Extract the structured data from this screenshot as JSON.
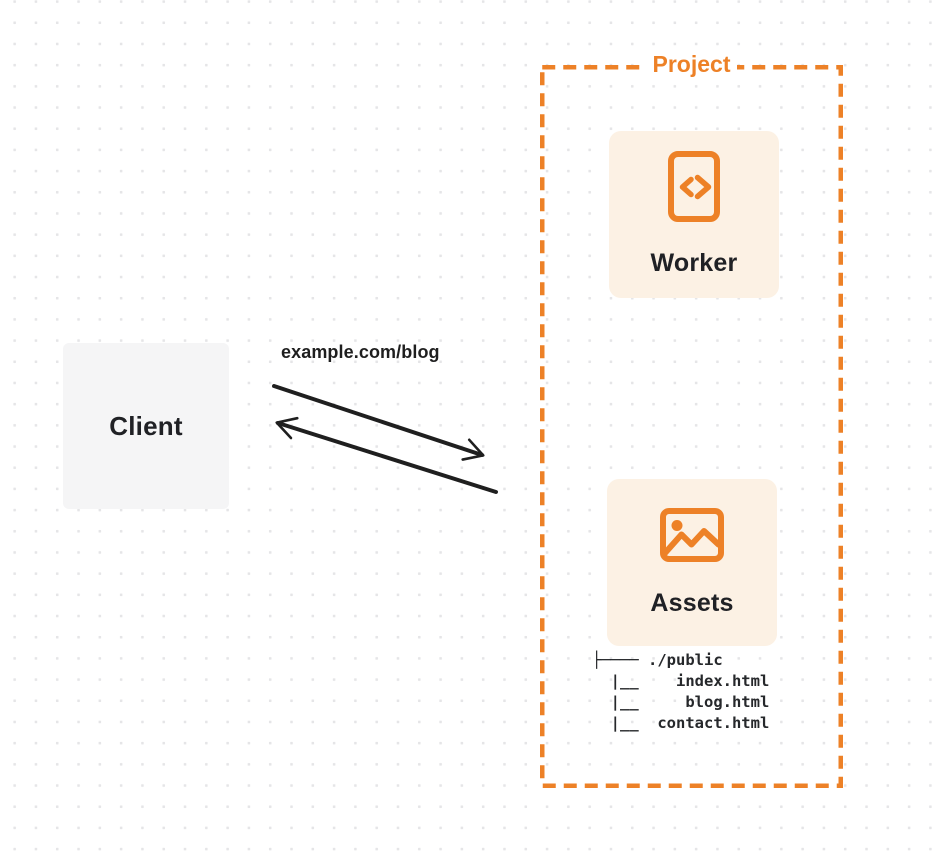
{
  "colors": {
    "accent_orange": "#ED8127",
    "card_background": "#FCF1E4",
    "client_background": "#F5F5F6",
    "arrow_dark": "#1F1F1F",
    "text_dark": "#202125",
    "dot_grid": "#E5E5E7"
  },
  "client": {
    "label": "Client"
  },
  "request": {
    "url_label": "example.com/blog"
  },
  "project": {
    "label": "Project",
    "worker": {
      "label": "Worker",
      "icon": "code-document-icon"
    },
    "assets": {
      "label": "Assets",
      "icon": "image-icon"
    },
    "file_tree_lines": [
      "├──── ./public",
      "  |__    index.html",
      "  |__     blog.html",
      "  |__  contact.html"
    ]
  }
}
